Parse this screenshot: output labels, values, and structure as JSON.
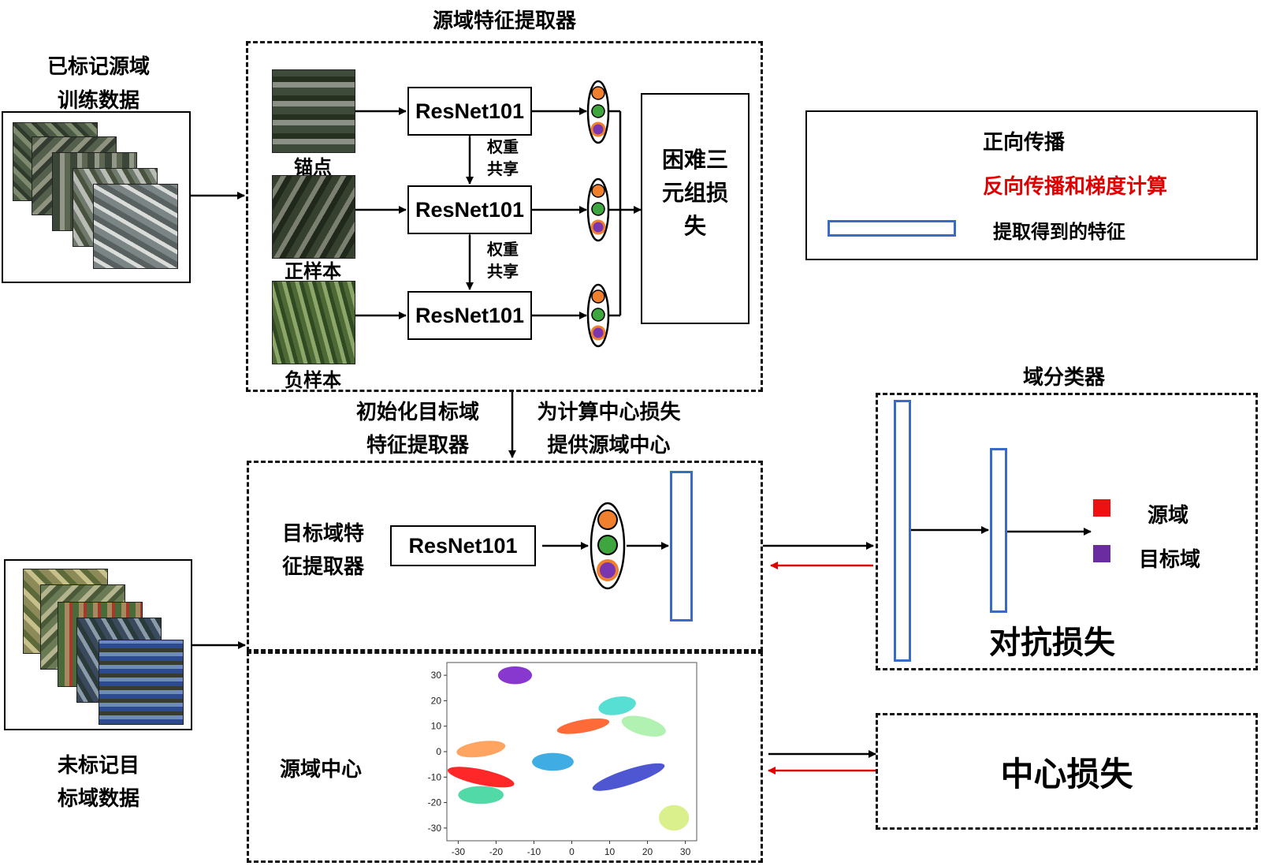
{
  "source_extractor": {
    "title": "源域特征提取器",
    "labeled_data": "已标记源域\n训练数据",
    "anchor_label": "锚点",
    "positive_label": "正样本",
    "negative_label": "负样本",
    "resnet_label": "ResNet101",
    "weight_share_label": "权重\n共享",
    "triplet_loss_label": "困难三\n元组损\n失"
  },
  "legend": {
    "forward": "正向传播",
    "backward": "反向传播和梯度计算",
    "feature": "提取得到的特征",
    "forward_color": "#000000",
    "backward_color": "#e00000",
    "feature_color": "#3a6bc4"
  },
  "middle": {
    "init_text": "初始化目标域\n特征提取器",
    "center_text": "为计算中心损失\n提供源域中心"
  },
  "target_extractor": {
    "title": "目标域特\n征提取器",
    "resnet_label": "ResNet101",
    "unlabeled_data": "未标记目\n标域数据"
  },
  "domain_classifier": {
    "title": "域分类器",
    "source_label": "源域",
    "target_label": "目标域",
    "source_color": "#ee1111",
    "target_color": "#6a2ca0",
    "adversarial_loss": "对抗损失"
  },
  "center": {
    "source_center_label": "源域中心",
    "center_loss": "中心损失"
  },
  "chart_data": {
    "type": "scatter",
    "x_ticks": [
      "-30",
      "-20",
      "-10",
      "0",
      "10",
      "20",
      "30"
    ],
    "y_ticks": [
      "30",
      "20",
      "10",
      "0",
      "-10",
      "-20",
      "-30"
    ],
    "xlim": [
      -33,
      33
    ],
    "ylim": [
      -35,
      35
    ],
    "clusters": [
      {
        "color": "#7b22c9",
        "cx": -15,
        "cy": 30,
        "rx": 4.5,
        "ry": 3.5,
        "rot": 0
      },
      {
        "color": "#44dccd",
        "cx": 12,
        "cy": 18,
        "rx": 5,
        "ry": 3.5,
        "rot": 10
      },
      {
        "color": "#ff5a24",
        "cx": 3,
        "cy": 10,
        "rx": 7,
        "ry": 2.5,
        "rot": 10
      },
      {
        "color": "#a8f0a8",
        "cx": 19,
        "cy": 10,
        "rx": 6,
        "ry": 3.5,
        "rot": -15
      },
      {
        "color": "#ff9a50",
        "cx": -24,
        "cy": 1,
        "rx": 6.5,
        "ry": 3,
        "rot": 8
      },
      {
        "color": "#ff1010",
        "cx": -24,
        "cy": -10,
        "rx": 9,
        "ry": 3,
        "rot": -12
      },
      {
        "color": "#2aa3e0",
        "cx": -5,
        "cy": -4,
        "rx": 5.5,
        "ry": 3.5,
        "rot": 0
      },
      {
        "color": "#3b44cc",
        "cx": 15,
        "cy": -10,
        "rx": 10,
        "ry": 3,
        "rot": 18
      },
      {
        "color": "#3fd59f",
        "cx": -24,
        "cy": -17,
        "rx": 6,
        "ry": 3.5,
        "rot": 0
      },
      {
        "color": "#d6ee80",
        "cx": 27,
        "cy": -26,
        "rx": 4,
        "ry": 5,
        "rot": 0
      }
    ]
  }
}
